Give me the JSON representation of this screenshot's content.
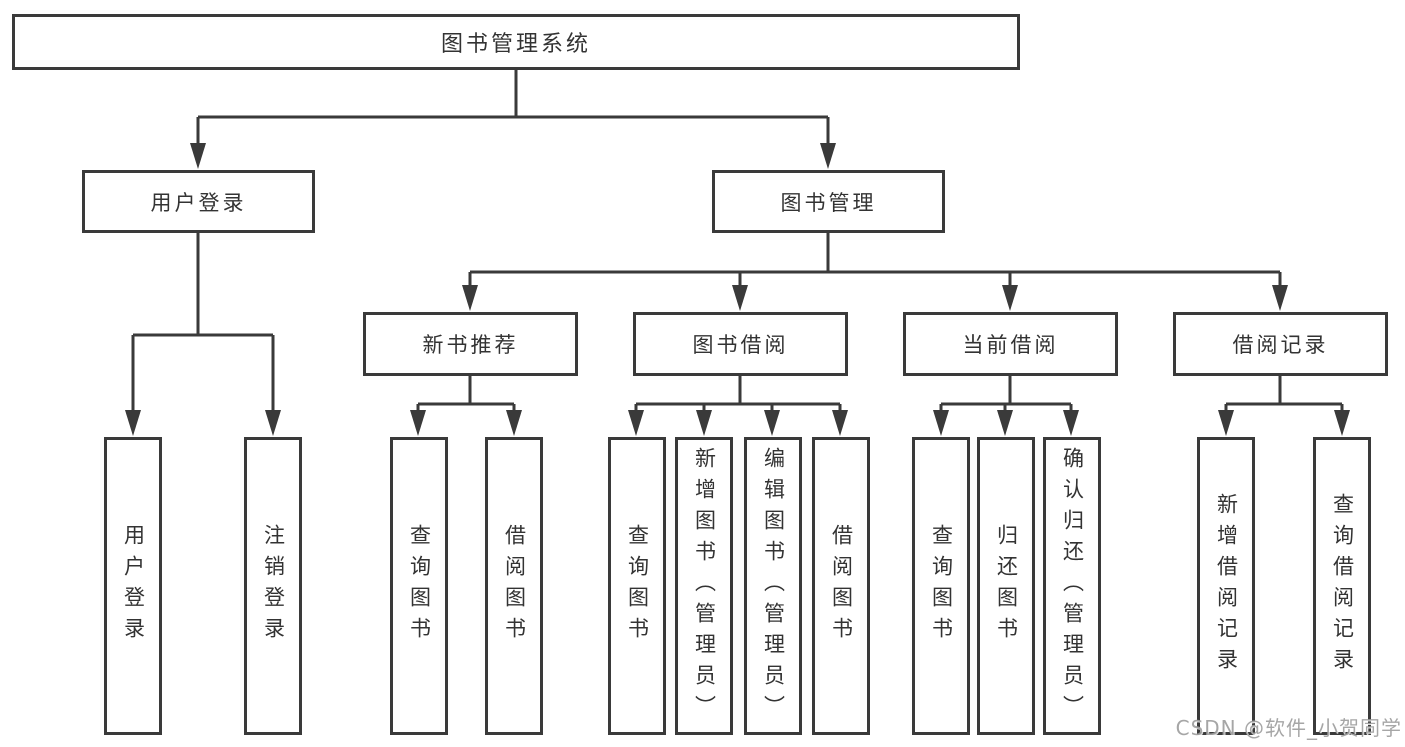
{
  "title": "图书管理系统",
  "watermark": "CSDN @软件_小贺同学",
  "colors": {
    "line": "#3a3a3a",
    "text": "#333333",
    "background": "#ffffff",
    "watermark": "#9e9e9e"
  },
  "nodes": {
    "root": {
      "label": "图书管理系统"
    },
    "level2": [
      {
        "id": "user-login-module",
        "label": "用户登录"
      },
      {
        "id": "book-management",
        "label": "图书管理"
      }
    ],
    "level3": [
      {
        "id": "new-book-recommend",
        "label": "新书推荐",
        "parent": "图书管理"
      },
      {
        "id": "book-borrow",
        "label": "图书借阅",
        "parent": "图书管理"
      },
      {
        "id": "current-borrow",
        "label": "当前借阅",
        "parent": "图书管理"
      },
      {
        "id": "borrow-records",
        "label": "借阅记录",
        "parent": "图书管理"
      }
    ],
    "leaves": [
      {
        "id": "user-login",
        "label": "用户登录",
        "parent": "用户登录"
      },
      {
        "id": "logout",
        "label": "注销登录",
        "parent": "用户登录"
      },
      {
        "id": "nb-query-books",
        "label": "查询图书",
        "parent": "新书推荐"
      },
      {
        "id": "nb-borrow-books",
        "label": "借阅图书",
        "parent": "新书推荐"
      },
      {
        "id": "bw-query-books",
        "label": "查询图书",
        "parent": "图书借阅"
      },
      {
        "id": "bw-add-books-admin",
        "label": "新增图书（管理员）",
        "parent": "图书借阅"
      },
      {
        "id": "bw-edit-books-admin",
        "label": "编辑图书（管理员）",
        "parent": "图书借阅"
      },
      {
        "id": "bw-borrow-books",
        "label": "借阅图书",
        "parent": "图书借阅"
      },
      {
        "id": "cur-query-books",
        "label": "查询图书",
        "parent": "当前借阅"
      },
      {
        "id": "cur-return-books",
        "label": "归还图书",
        "parent": "当前借阅"
      },
      {
        "id": "cur-confirm-return-admin",
        "label": "确认归还（管理员）",
        "parent": "当前借阅"
      },
      {
        "id": "rec-add-record",
        "label": "新增借阅记录",
        "parent": "借阅记录"
      },
      {
        "id": "rec-query-record",
        "label": "查询借阅记录",
        "parent": "借阅记录"
      }
    ]
  }
}
